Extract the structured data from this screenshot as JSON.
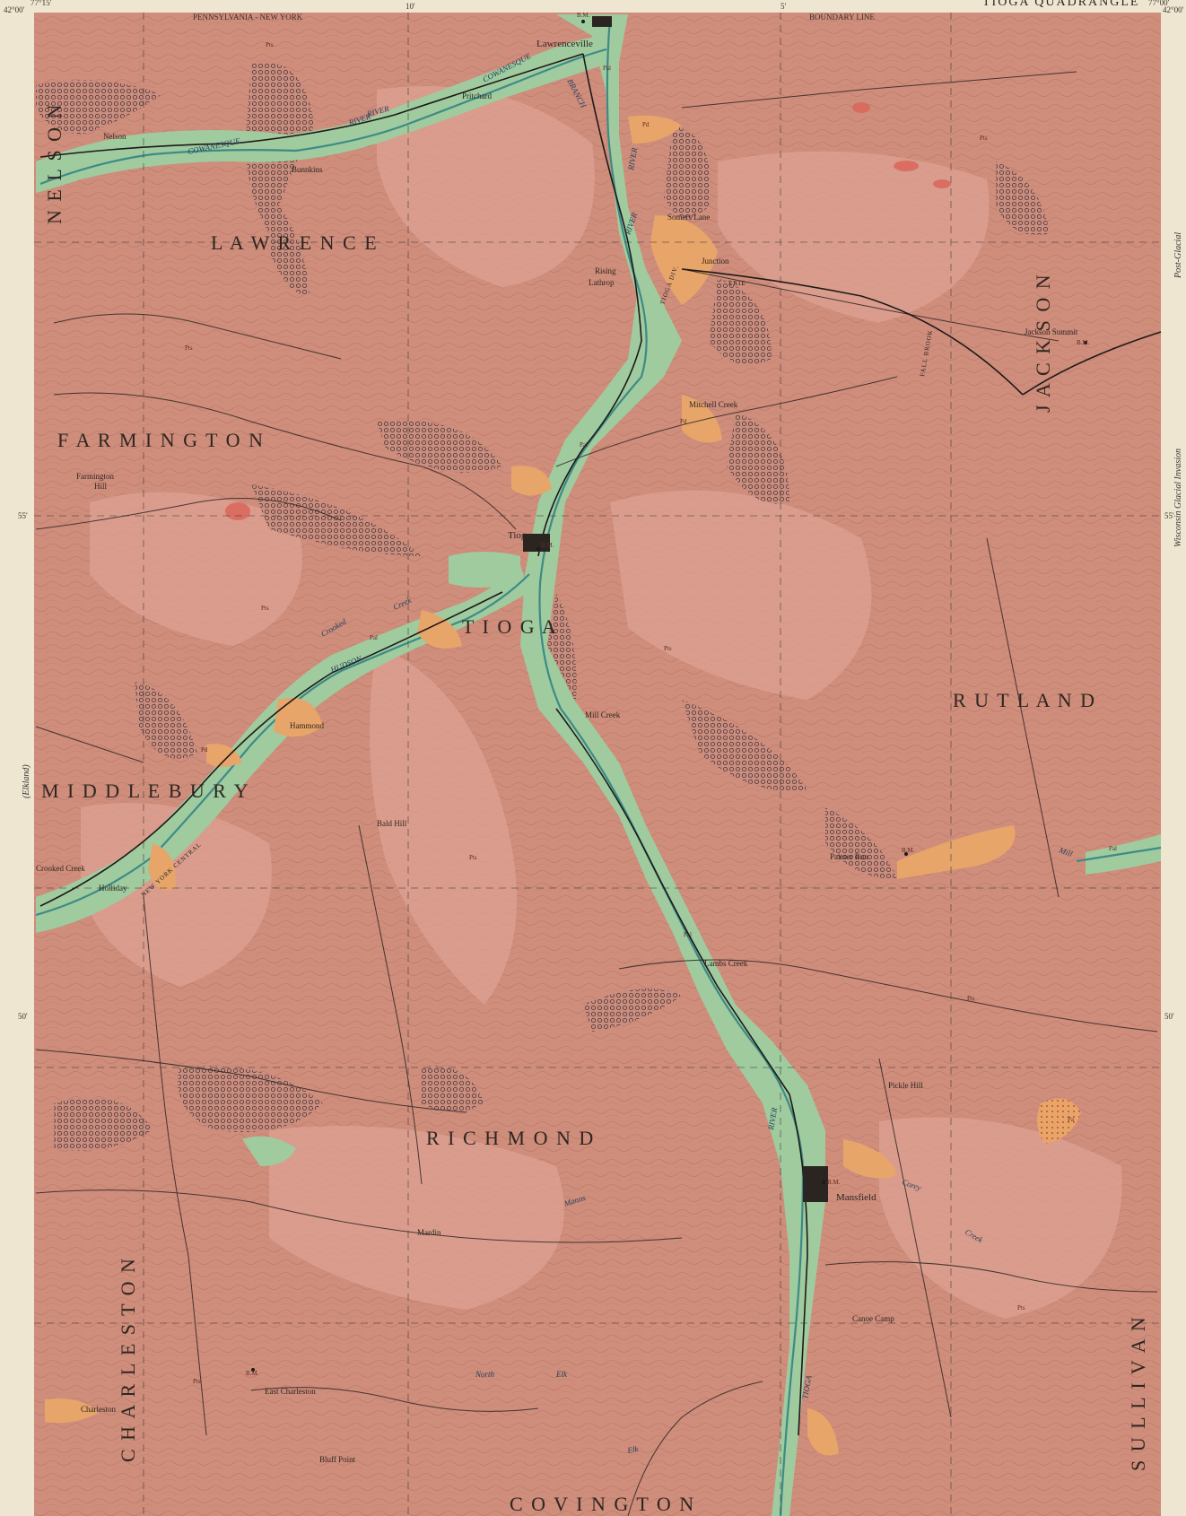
{
  "header": {
    "states_boundary": "PENNSYLVANIA - NEW YORK",
    "boundary_line": "BOUNDARY LINE",
    "quadrangle": "TIOGA QUADRANGLE"
  },
  "margins": {
    "lat_top_left": "42°00'",
    "lat_top_right": "42°00'",
    "lon_top_left": "77°15'",
    "lon_10": "10'",
    "lon_5": "5'",
    "lon_top_right": "77°00'",
    "lat_55_left": "55'",
    "lat_55_right": "55'",
    "lat_50_left": "50'",
    "lat_50_right": "50'"
  },
  "side_notes": {
    "post_glacial": "Post-Glacial",
    "wisconsin": "Wisconsin Glacial Invasion",
    "elkland": "(Elkland)"
  },
  "townships": {
    "nelson": "N E L S O N",
    "lawrence": "L A W R E N C E",
    "farmington": "F A R M I N G T O N",
    "tioga": "T   I   O   G   A",
    "rutland": "R U T L A N D",
    "middlebury": "M I D D L E B U R Y",
    "richmond": "R   I   C   H   M   O   N   D",
    "charleston": "C H A R L E S T O N",
    "jackson": "J A C K S O N",
    "sullivan": "S U L L I V A N",
    "covington": "C O V I N G T O N"
  },
  "places": {
    "lawrenceville": "Lawrenceville",
    "pritchard": "Pritchard",
    "nelson_town": "Nelson",
    "bunnkins": "Bunnkins",
    "somers_lane": "Somers Lane",
    "rising": "Rising",
    "lathrop": "Lathrop",
    "junction": "Junction",
    "jackson_summit": "Jackson Summit",
    "mitchell_creek": "Mitchell Creek",
    "farmington_hill_1": "Farmington",
    "farmington_hill_2": "Hill",
    "tioga_town": "Tioga",
    "hammond": "Hammond",
    "mill_creek": "Mill Creek",
    "bald_hill": "Bald Hill",
    "crooked_creek": "Crooked Creek",
    "holliday": "Holliday",
    "painter_run": "Painter Run",
    "lambs_creek": "Lambs Creek",
    "pickle_hill": "Pickle Hill",
    "mansfield": "Mansfield",
    "mardin": "Mardin",
    "canoe_camp": "Canoe Camp",
    "east_charleston": "East Charleston",
    "charleston_town": "Charleston",
    "bluff_point": "Bluff Point"
  },
  "streams": {
    "cowanesque_1": "COWANESQUE",
    "cowanesque_2": "COWANESQUE",
    "river_1": "RIVER",
    "river_2": "RIVER",
    "branch": "BRANCH",
    "tioga_river_1": "RIVER",
    "tioga_river_2": "RIVER",
    "tioga_river_3": "RIVER",
    "tioga_lower": "TIOGA",
    "hudson": "HUDSON",
    "crooked_creek_s": "Crooked",
    "creek_s": "Creek",
    "mill_run": "Mill",
    "north_elk": "North",
    "elk": "Elk",
    "elk_run": "Elk",
    "manns": "Manns",
    "corey_creek": "Corey",
    "creek_corey": "Creek"
  },
  "railroads": {
    "nyc_1": "NEW YORK CENTRAL",
    "erie": "ERIE",
    "tioga_div": "TIOGA DIV.",
    "fall_brook": "FALL BROOK"
  },
  "units": {
    "pts": "Pts",
    "pal": "Pal",
    "pd": "Pd",
    "pa": "Pa",
    "bm": "B.M."
  },
  "colors": {
    "upland": "#cf8d7c",
    "upland_light": "#dda292",
    "valley_alluvium": "#9fcb9f",
    "river_water": "#3f8a86",
    "glacial_deposit": "#e8a56a",
    "morainic": "#8a6f6a",
    "paper": "#efe6d2",
    "contour": "#9c5a48",
    "road": "#2b2522"
  }
}
